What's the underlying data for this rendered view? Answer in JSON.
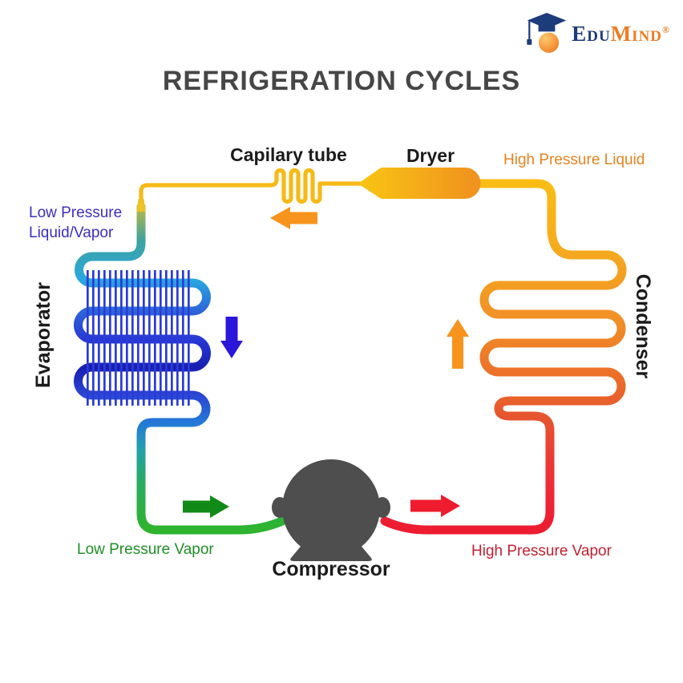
{
  "logo": {
    "brand_part1": "Edu",
    "brand_part2": "Mind",
    "registered_mark": "®",
    "color_navy": "#1d3c7c",
    "color_orange": "#ee7d23"
  },
  "title": {
    "text": "REFRIGERATION CYCLES",
    "color": "#464646"
  },
  "components": {
    "capillary_tube": {
      "label": "Capilary tube"
    },
    "dryer": {
      "label": "Dryer"
    },
    "evaporator": {
      "label": "Evaporator"
    },
    "condenser": {
      "label": "Condenser"
    },
    "compressor": {
      "label": "Compressor"
    }
  },
  "state_labels": {
    "high_pressure_liquid": {
      "text": "High Pressure Liquid",
      "color": "#e5831e"
    },
    "low_pressure_liquid_vapor": {
      "line1": "Low Pressure",
      "line2": "Liquid/Vapor",
      "color": "#3b2fc0"
    },
    "low_pressure_vapor": {
      "text": "Low Pressure Vapor",
      "color": "#1f8f25"
    },
    "high_pressure_vapor": {
      "text": "High Pressure Vapor",
      "color": "#c22133"
    }
  },
  "flow_arrows": [
    {
      "id": "capillary-flow",
      "direction": "left",
      "color": "#f7941d"
    },
    {
      "id": "evaporator-flow",
      "direction": "down",
      "color": "#2a17da"
    },
    {
      "id": "condenser-flow",
      "direction": "up",
      "color": "#f7941d"
    },
    {
      "id": "suction-flow",
      "direction": "right",
      "color": "#128a18"
    },
    {
      "id": "discharge-flow",
      "direction": "right",
      "color": "#ee1c2e"
    }
  ],
  "pipe_colors": {
    "yellow": "#f6ba17",
    "teal": "#3ea39e",
    "cyan": "#28a7e0",
    "navy": "#171fb0",
    "green": "#2eb42e",
    "orange": "#f19026",
    "red": "#ed1c30",
    "fins": "#2b3ad8",
    "compressor_gray": "#4e4e4e"
  }
}
